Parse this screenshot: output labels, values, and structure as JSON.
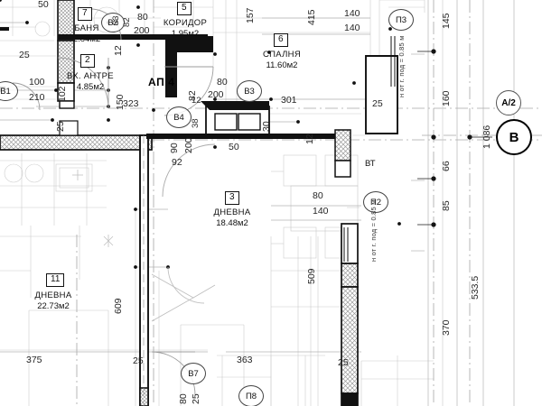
{
  "drawing": {
    "type": "architectural-floor-plan",
    "language": "bg",
    "apartment_label": "АП 4",
    "level_note": "н от г. под = 0.85 м"
  },
  "rooms": [
    {
      "num": "7",
      "name": "БАНЯ",
      "area": "2.84м2"
    },
    {
      "num": "2",
      "name": "ВХ. АНТРЕ",
      "area": "4.85м2"
    },
    {
      "num": "5",
      "name": "КОРИДОР",
      "area": "1.95м2"
    },
    {
      "num": "6",
      "name": "СПАЛНЯ",
      "area": "11.60м2"
    },
    {
      "num": "3",
      "name": "ДНЕВНА",
      "area": "18.48м2"
    },
    {
      "num": "11",
      "name": "ДНЕВНА",
      "area": "22.73м2"
    }
  ],
  "door_tags": [
    "В1",
    "В2",
    "В3",
    "В4",
    "В7"
  ],
  "window_tags": [
    "П2",
    "П3",
    "П8"
  ],
  "misc_tags": [
    "ВТ"
  ],
  "grid_marks": {
    "axis": "A/2",
    "circle": "B",
    "offset": "1 086"
  },
  "dimensions": {
    "top_left": [
      "50",
      "33",
      "82",
      "80",
      "200",
      "157"
    ],
    "upper_left": [
      "25",
      "100",
      "210",
      "102",
      "25",
      "12",
      "150",
      "323"
    ],
    "center": [
      "82",
      "80",
      "200",
      "12",
      "38",
      "90",
      "200",
      "92",
      "50",
      "30",
      "301",
      "25"
    ],
    "right_upper": [
      "415",
      "140",
      "140",
      "145",
      "160",
      "66",
      "85"
    ],
    "right_lower": [
      "533.5",
      "370"
    ],
    "lower": [
      "609",
      "25",
      "375",
      "363",
      "509",
      "80",
      "140",
      "25",
      "80",
      "25",
      "12"
    ]
  },
  "texts": {
    "t_50": "50",
    "t_33": "33",
    "t_82a": "82",
    "t_80a": "80",
    "t_200a": "200",
    "t_157": "157",
    "t_415": "415",
    "t_140a": "140",
    "t_140b": "140",
    "t_145": "145",
    "t_160": "160",
    "t_66": "66",
    "t_85": "85",
    "t_5335": "533.5",
    "t_370": "370",
    "t_1086": "1 086",
    "t_25a": "25",
    "t_100": "100",
    "t_210": "210",
    "t_102": "102",
    "t_25b": "25",
    "t_12a": "12",
    "t_150": "150",
    "t_323": "323",
    "t_82b": "82",
    "t_80b": "80",
    "t_200b": "200",
    "t_12b": "12",
    "t_38": "38",
    "t_90": "90",
    "t_200c": "200",
    "t_92": "92",
    "t_50b": "50",
    "t_30": "30",
    "t_301": "301",
    "t_25c": "25",
    "t_12c": "12",
    "t_609": "609",
    "t_25d": "25",
    "t_375": "375",
    "t_363": "363",
    "t_509": "509",
    "t_80c": "80",
    "t_140c": "140",
    "t_25e": "25",
    "t_80d": "80",
    "t_25f": "25",
    "t_vt": "ВТ",
    "t_apt": "АП 4",
    "t_note1": "н от г. под = 0.85 м",
    "t_note2": "н от г. под = 0.85 м"
  },
  "colors": {
    "wall": "#111111",
    "hatch": "#8a8a8a",
    "thin": "#b9b9b9",
    "axis": "#9b9b9b",
    "text": "#111111",
    "background": "#ffffff"
  }
}
